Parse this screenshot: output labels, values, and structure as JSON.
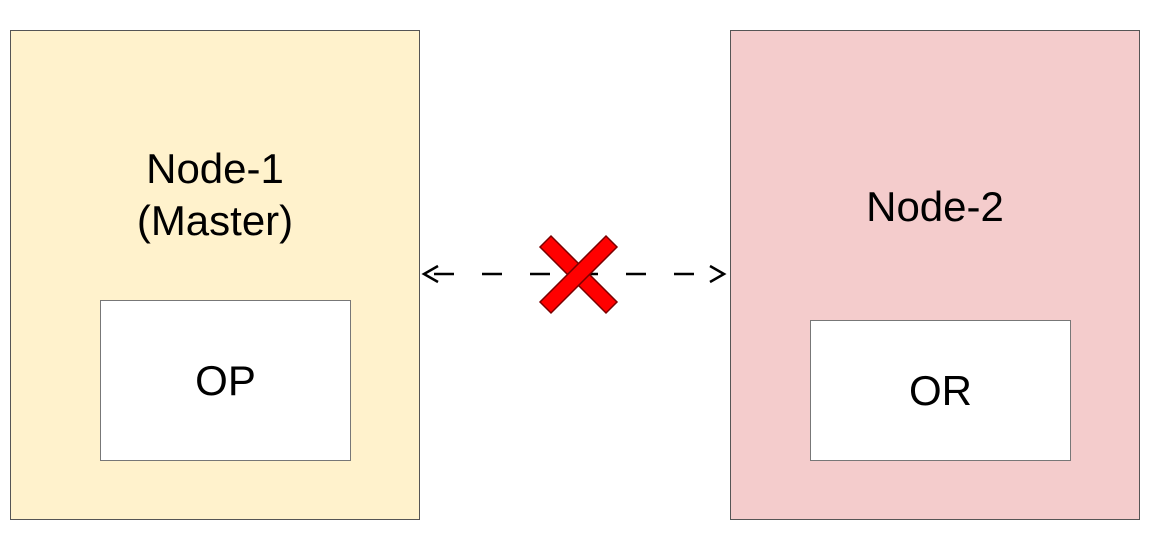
{
  "nodes": [
    {
      "title_line1": "Node-1",
      "title_line2": "(Master)",
      "inner_label": "OP",
      "fill_color": "#fff2cc"
    },
    {
      "title_line1": "Node-2",
      "inner_label": "OR",
      "fill_color": "#f4cccc"
    }
  ],
  "connection": {
    "style": "dashed-bidirectional",
    "status_icon": "broken-link-cross-icon",
    "cross_color": "#ff0000"
  }
}
